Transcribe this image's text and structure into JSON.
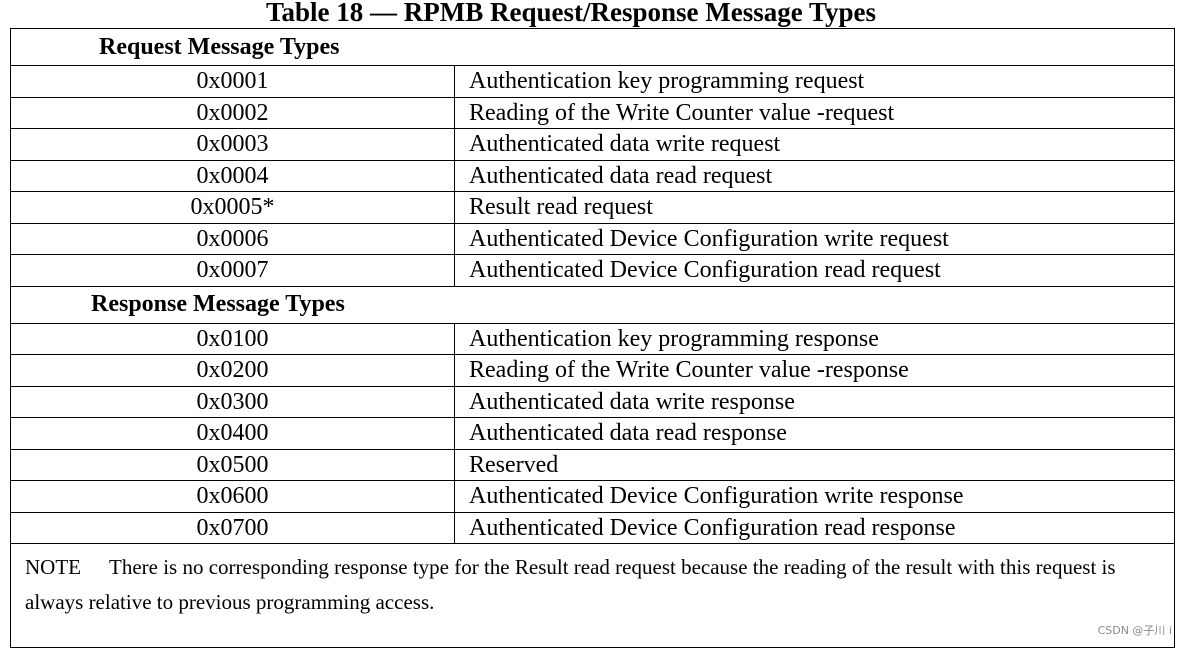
{
  "title": "Table 18 — RPMB Request/Response Message Types",
  "request_section": {
    "heading": "Request Message Types",
    "rows": [
      {
        "code": "0x0001",
        "description": "Authentication key programming request"
      },
      {
        "code": "0x0002",
        "description": "Reading of the Write Counter value -request"
      },
      {
        "code": "0x0003",
        "description": "Authenticated data write request"
      },
      {
        "code": "0x0004",
        "description": "Authenticated data read request"
      },
      {
        "code": "0x0005*",
        "description": "Result read request"
      },
      {
        "code": "0x0006",
        "description": "Authenticated  Device Configuration write request"
      },
      {
        "code": "0x0007",
        "description": "Authenticated  Device Configuration read request"
      }
    ]
  },
  "response_section": {
    "heading": "Response Message Types",
    "rows": [
      {
        "code": "0x0100",
        "description": "Authentication key programming response"
      },
      {
        "code": "0x0200",
        "description": "Reading of the Write Counter value -response"
      },
      {
        "code": "0x0300",
        "description": "Authenticated data write response"
      },
      {
        "code": "0x0400",
        "description": "Authenticated data read response"
      },
      {
        "code": "0x0500",
        "description": "Reserved"
      },
      {
        "code": "0x0600",
        "description": "Authenticated  Device Configuration write response"
      },
      {
        "code": "0x0700",
        "description": "Authenticated  Device Configuration read response"
      }
    ]
  },
  "note": {
    "label": "NOTE",
    "text": "There is no corresponding response type for the Result read request because the reading of the result with this request is always relative to previous programming access."
  },
  "watermark": "CSDN @子川 i"
}
